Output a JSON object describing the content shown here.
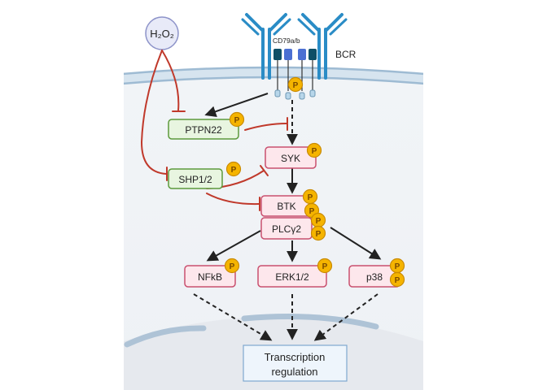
{
  "stimulus": {
    "label": "H₂O₂"
  },
  "receptor": {
    "label": "BCR",
    "coreceptor_label": "CD79a/b"
  },
  "phospho_label": "P",
  "nodes": {
    "ptpn22": "PTPN22",
    "shp": "SHP1/2",
    "syk": "SYK",
    "btk": "BTK",
    "plcg2": "PLCγ2",
    "nfkb": "NFkB",
    "erk": "ERK1/2",
    "p38": "p38"
  },
  "output": {
    "line1": "Transcription",
    "line2": "regulation"
  },
  "colors": {
    "activation_arrow": "#222222",
    "inhibition": "#c0392b",
    "phospho_badge": "#f5b400",
    "phospho_stroke": "#c98a00",
    "kinase_fill": "#fde7ec",
    "kinase_stroke": "#c9506f",
    "phosphatase_fill": "#e8f5e0",
    "phosphatase_stroke": "#5c9a3c",
    "receptor": "#2a8cc6",
    "membrane": "#aac6dc",
    "output_fill": "#eef5fc",
    "output_stroke": "#7fa8cf"
  }
}
